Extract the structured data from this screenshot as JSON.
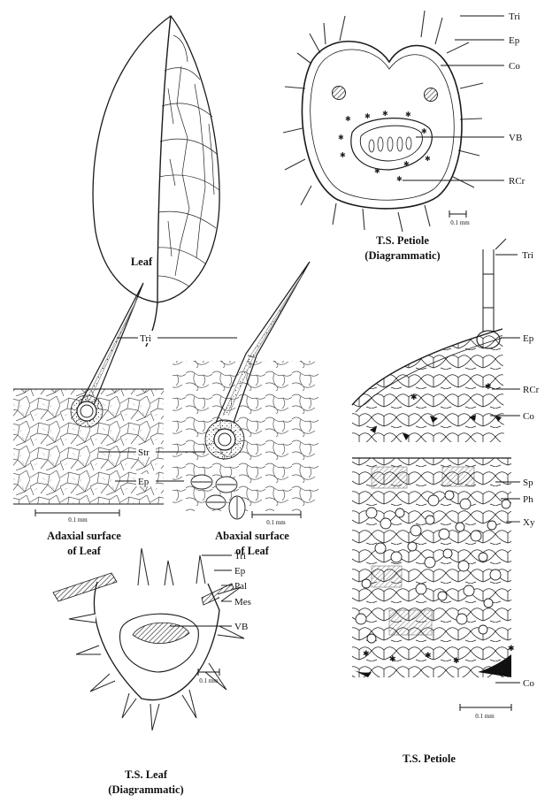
{
  "figure": {
    "leaf": {
      "caption": "Leaf"
    },
    "petiole_ts_diag": {
      "caption_line1": "T.S. Petiole",
      "caption_line2": "(Diagrammatic)",
      "labels": {
        "tri": "Tri",
        "ep": "Ep",
        "co": "Co",
        "vb": "VB",
        "rcr": "RCr"
      },
      "scale": "0.1 mm"
    },
    "adaxial": {
      "caption_line1": "Adaxial surface",
      "caption_line2": "of Leaf",
      "scale": "0.1 mm"
    },
    "abaxial": {
      "caption_line1": "Abaxial surface",
      "caption_line2": "of Leaf",
      "scale": "0.1 mm"
    },
    "surface_labels": {
      "tri": "Tri",
      "str": "Str",
      "ep": "Ep"
    },
    "petiole_detail_upper": {
      "labels": {
        "tri": "Tri",
        "ep": "Ep",
        "rcr": "RCr",
        "co": "Co"
      }
    },
    "petiole_detail_lower": {
      "labels": {
        "sp": "Sp",
        "ph": "Ph",
        "xy": "Xy",
        "co": "Co"
      },
      "scale": "0.1 mm",
      "caption": "T.S. Petiole"
    },
    "leaf_ts": {
      "caption_line1": "T.S. Leaf",
      "caption_line2": "(Diagrammatic)",
      "labels": {
        "tri": "Tri",
        "ep": "Ep",
        "pal": "Pal",
        "mes": "Mes",
        "vb": "VB"
      },
      "scale": "0.1 mm"
    }
  }
}
